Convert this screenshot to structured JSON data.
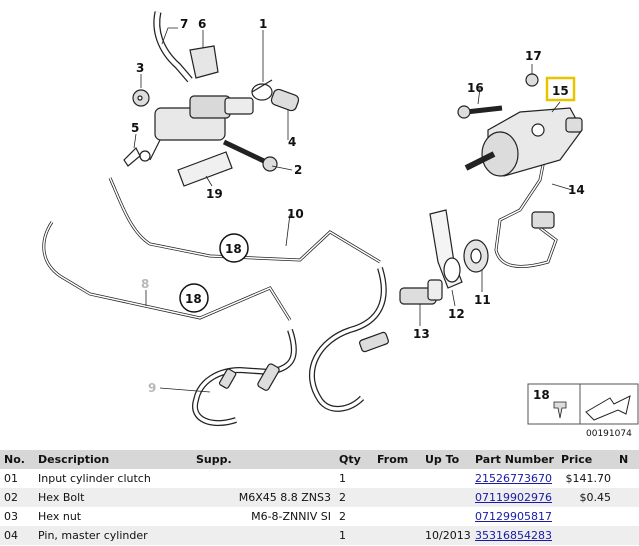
{
  "diagram": {
    "callouts": [
      "1",
      "2",
      "3",
      "4",
      "5",
      "6",
      "7",
      "8",
      "9",
      "10",
      "11",
      "12",
      "13",
      "14",
      "15",
      "16",
      "17",
      "18",
      "19"
    ],
    "circled_callout": "18",
    "highlighted_callout": "15",
    "legend_callout": "18",
    "reference_number": "00191074"
  },
  "table": {
    "headers": {
      "no": "No.",
      "description": "Description",
      "supp": "Supp.",
      "qty": "Qty",
      "from": "From",
      "up_to": "Up To",
      "part_number": "Part Number",
      "price": "Price",
      "extra": "N"
    },
    "rows": [
      {
        "no": "01",
        "description": "Input cylinder clutch",
        "supp": "",
        "qty": "1",
        "from": "",
        "up_to": "",
        "part_number": "21526773670",
        "price": "$141.70"
      },
      {
        "no": "02",
        "description": "Hex Bolt",
        "supp": "M6X45 8.8 ZNS3",
        "qty": "2",
        "from": "",
        "up_to": "",
        "part_number": "07119902976",
        "price": "$0.45"
      },
      {
        "no": "03",
        "description": "Hex nut",
        "supp": "M6-8-ZNNIV SI",
        "qty": "2",
        "from": "",
        "up_to": "",
        "part_number": "07129905817",
        "price": ""
      },
      {
        "no": "04",
        "description": "Pin, master cylinder",
        "supp": "",
        "qty": "1",
        "from": "",
        "up_to": "10/2013",
        "part_number": "35316854283",
        "price": ""
      }
    ]
  }
}
